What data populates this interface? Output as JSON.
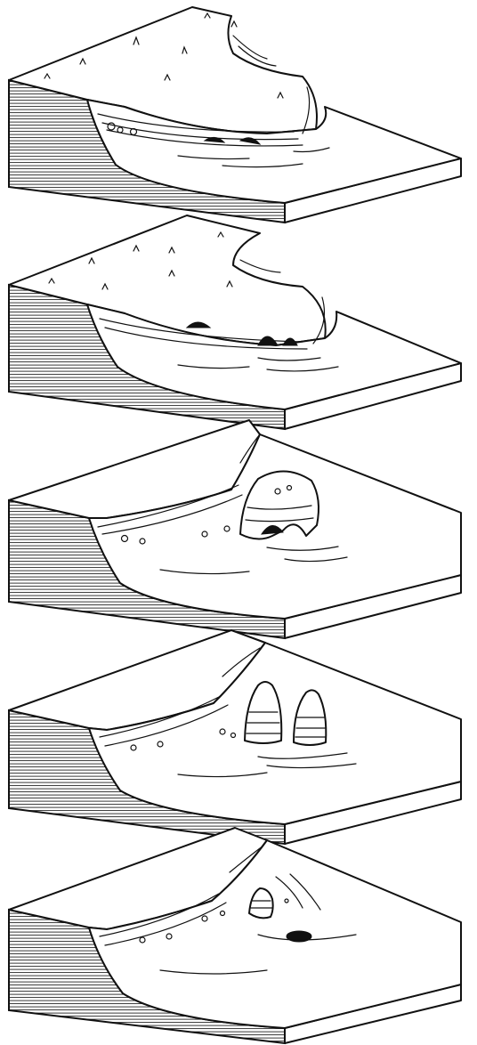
{
  "figure": {
    "panel_count": 5,
    "ink_color": "#111111",
    "paper_color": "#ffffff",
    "stages": [
      "headland",
      "cave",
      "arch",
      "stacks",
      "stump"
    ]
  }
}
